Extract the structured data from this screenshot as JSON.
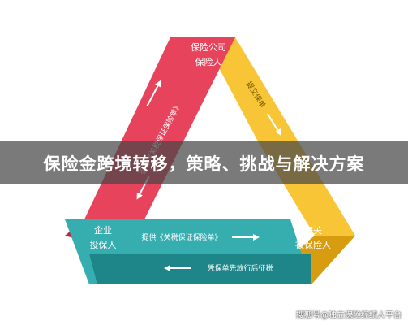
{
  "colors": {
    "red": "#e8435c",
    "red_dark": "#b82a41",
    "yellow": "#f8c537",
    "yellow_dark": "#d89c10",
    "teal": "#36aeb0",
    "teal_dark": "#1e8588"
  },
  "corners": {
    "top": [
      "保险公司",
      "保险人"
    ],
    "left": [
      "企业",
      "投保人"
    ],
    "right": [
      "海关",
      "被保险人"
    ]
  },
  "edges": {
    "left": "签订《关税保证保险单》",
    "right": "提交保单",
    "bottom_top": "提供《关税保证保险单》",
    "bottom_bottom": "凭保单先放行后征税"
  },
  "banner": {
    "title": "保险金跨境转移，策略、挑战与解决方案"
  },
  "watermark": "搜狐号@独立保险经纪人平台"
}
